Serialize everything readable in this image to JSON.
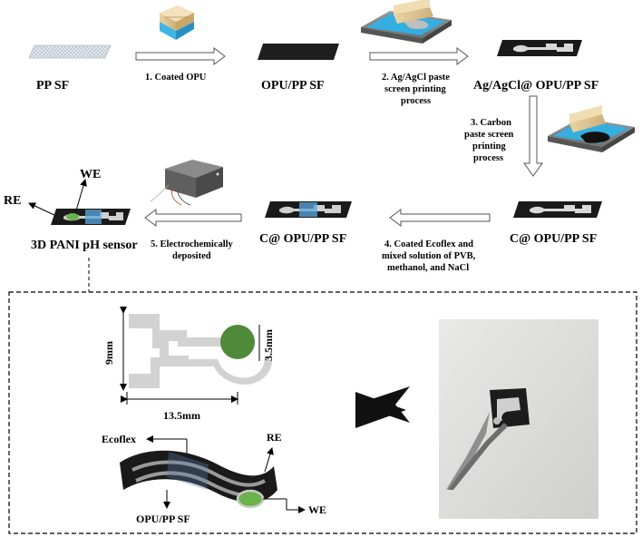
{
  "steps": {
    "pp_sf": "PP SF",
    "step1": "1. Coated OPU",
    "opu_pp_sf": "OPU/PP SF",
    "step2_line1": "2. Ag/AgCl paste",
    "step2_line2": "screen printing",
    "step2_line3": "process",
    "agagcl_opu": "Ag/AgCl@ OPU/PP SF",
    "step3_line1": "3. Carbon",
    "step3_line2": "paste screen",
    "step3_line3": "printing",
    "step3_line4": "process",
    "c_opu_right": "C@ OPU/PP SF",
    "step4_line1": "4. Coated Ecoflex and",
    "step4_line2": "mixed solution of PVB,",
    "step4_line3": "methanol, and NaCl",
    "c_opu_mid": "C@ OPU/PP SF",
    "step5_line1": "5. Electrochemically",
    "step5_line2": "deposited",
    "sensor_name": "3D PANI pH sensor",
    "we": "WE",
    "re": "RE"
  },
  "detail": {
    "dim_height": "9mm",
    "dim_diameter": "3.5mm",
    "dim_width": "13.5mm",
    "ecoflex": "Ecoflex",
    "re": "RE",
    "we": "WE",
    "opu_pp_sf": "OPU/PP SF"
  },
  "colors": {
    "electrode_green": "#4f8a3a",
    "screen_blue": "#2aa3d8",
    "film_black": "#1a1a1a",
    "silver_gray": "#c8c8c8"
  }
}
